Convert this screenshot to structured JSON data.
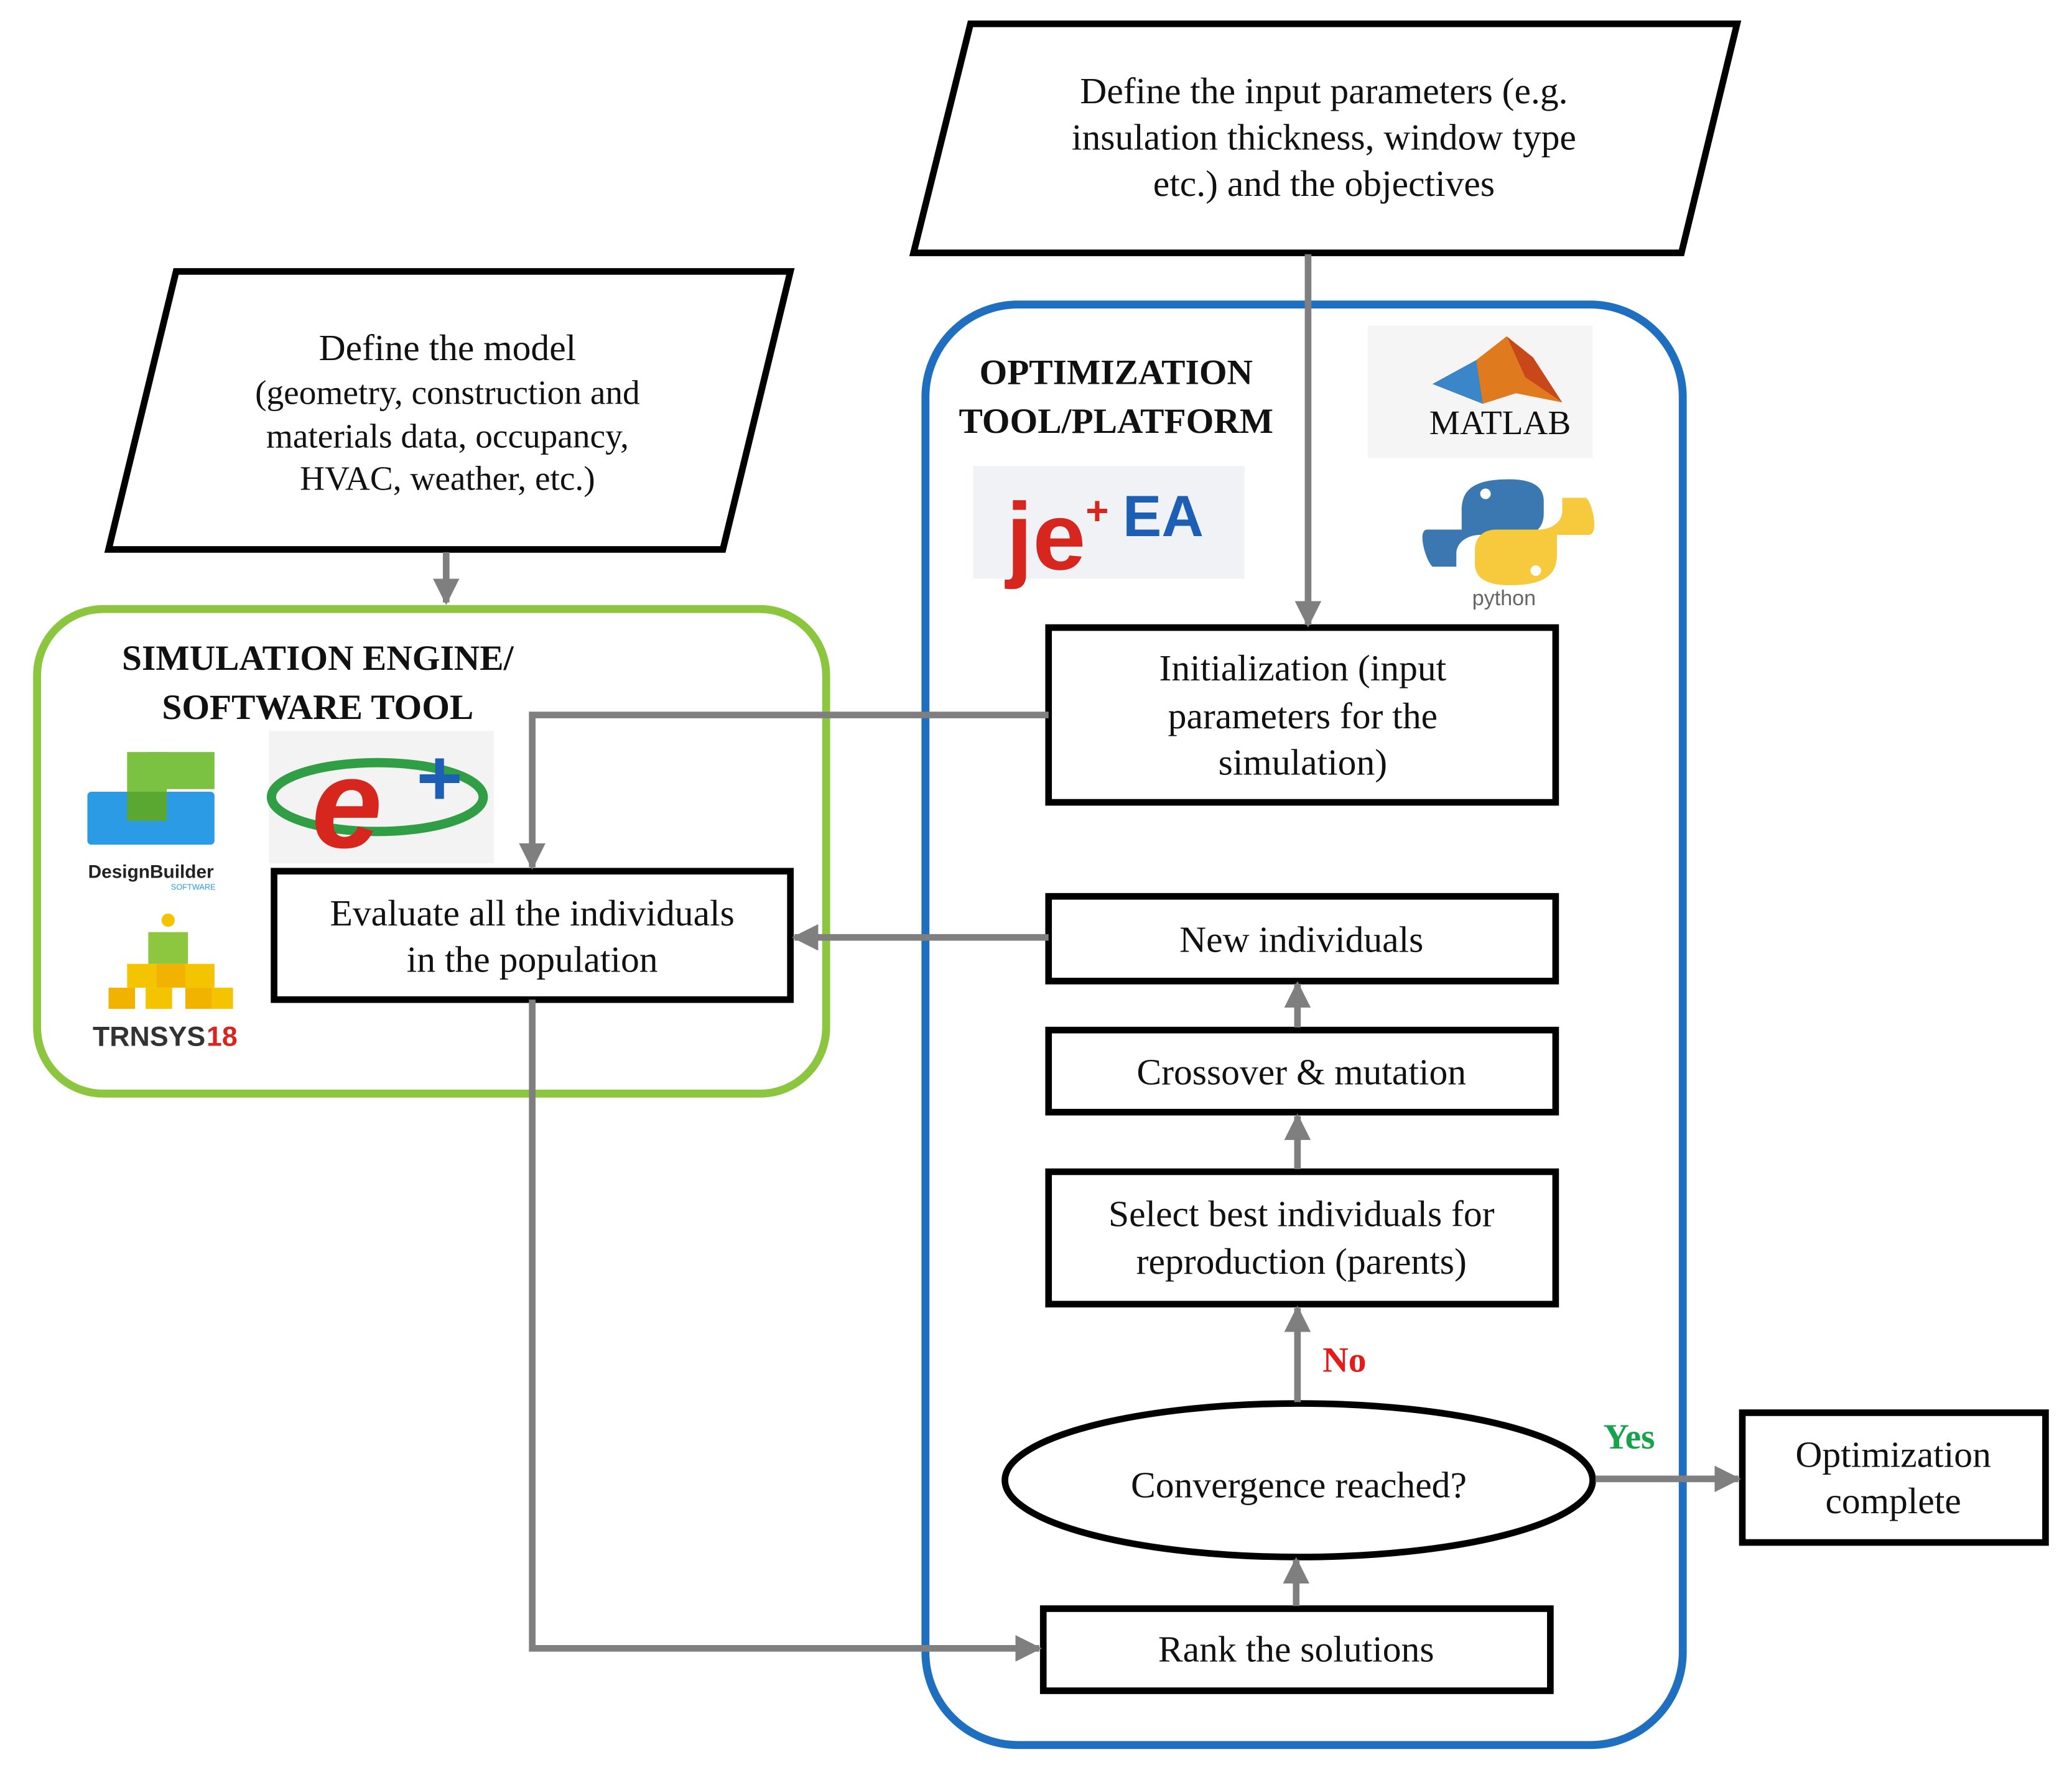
{
  "colors": {
    "arrow": "#7f7f7f",
    "simulation_border": "#8cc63f",
    "optimization_border": "#1f6fc1",
    "no_label": "#e31b1b",
    "yes_label": "#16a34a",
    "box_border": "#000000"
  },
  "inputs": {
    "model": {
      "title": "Define the model",
      "line1": "(geometry, construction and",
      "line2": "materials data, occupancy,",
      "line3": "HVAC, weather, etc.)"
    },
    "parameters": {
      "line1": "Define the input parameters (e.g.",
      "line2": "insulation thickness, window type",
      "line3": "etc.) and the objectives"
    }
  },
  "simulation": {
    "heading_line1": "SIMULATION ENGINE/",
    "heading_line2": "SOFTWARE TOOL",
    "evaluate_line1": "Evaluate all the individuals",
    "evaluate_line2": "in the population",
    "logos": {
      "designbuilder": "DesignBuilder",
      "designbuilder_sub": "SOFTWARE",
      "trnsys": "TRNSYS",
      "trnsys_version": "18"
    }
  },
  "optimization": {
    "heading_line1": "OPTIMIZATION",
    "heading_line2": "TOOL/PLATFORM",
    "logos": {
      "jeplus": "je",
      "jeplus_ea": "EA",
      "matlab": "MATLAB",
      "python": "python"
    },
    "initialization_line1": "Initialization (input",
    "initialization_line2": "parameters for the",
    "initialization_line3": "simulation)",
    "new_individuals": "New individuals",
    "crossover": "Crossover & mutation",
    "select_line1": "Select best individuals for",
    "select_line2": "reproduction (parents)",
    "convergence": "Convergence reached?",
    "no": "No",
    "yes": "Yes",
    "rank": "Rank the solutions"
  },
  "output": {
    "line1": "Optimization",
    "line2": "complete"
  }
}
